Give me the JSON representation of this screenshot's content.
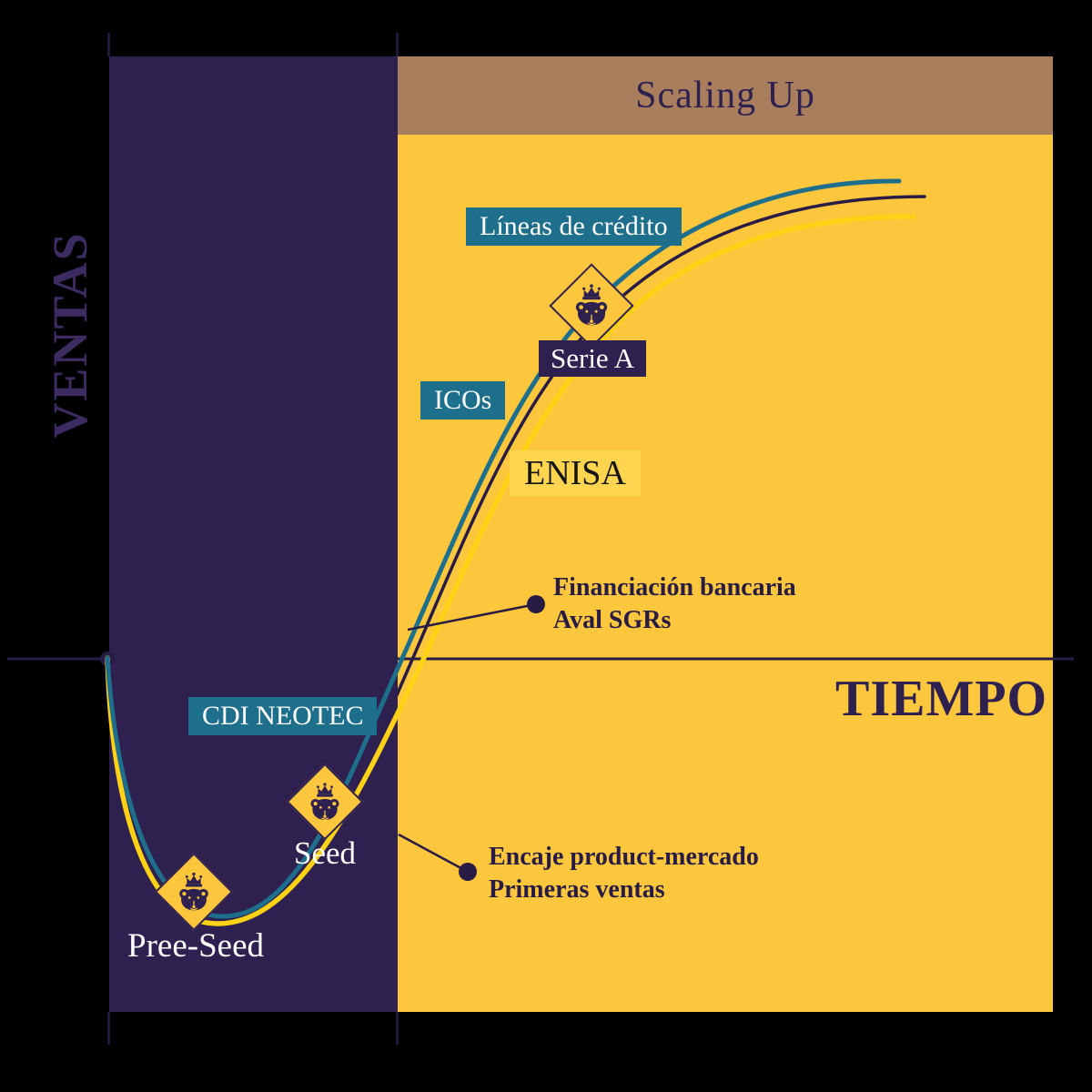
{
  "colors": {
    "ink": "#281C44",
    "purple": "#2E2150",
    "yellow": "#FCC63D",
    "teal": "#1E6F8C",
    "brown": "#A87E5C",
    "curve_yellow": "#FFD216",
    "enisa_yellow": "#FFD44F",
    "ventas_purple": "#3D2C62",
    "white": "#FFFFFF"
  },
  "axes": {
    "y_label": "VENTAS",
    "x_label": "TIEMPO"
  },
  "top_band": {
    "label": "Scaling Up"
  },
  "stages": {
    "pree_seed": "Pree-Seed",
    "seed": "Seed",
    "serie_a": "Serie A"
  },
  "badges": {
    "lineas_credito": "Líneas de crédito",
    "icos": "ICOs",
    "enisa": "ENISA",
    "cdi_neotec": "CDI NEOTEC"
  },
  "annotations": {
    "bancaria": {
      "line1": "Financiación bancaria",
      "line2": "Aval SGRs"
    },
    "encaje": {
      "line1": "Encaje product-mercado",
      "line2": "Primeras ventas"
    }
  },
  "curves": [
    {
      "name": "teal-curve",
      "color": "#1E6F8C"
    },
    {
      "name": "dark-curve",
      "color": "#281C44"
    },
    {
      "name": "yellow-curve",
      "color": "#FFD216"
    }
  ]
}
